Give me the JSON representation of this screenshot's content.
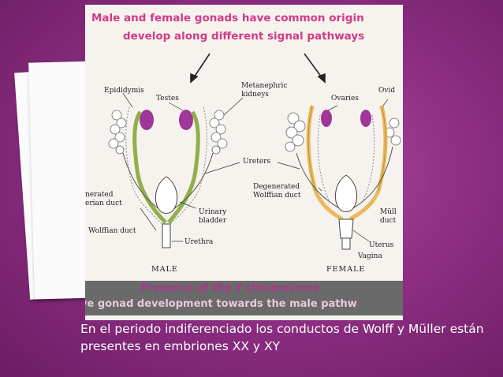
{
  "figure": {
    "title_line1": "Male and female gonads have common  origin",
    "title_line2": "develop along different signal pathways",
    "labels": {
      "epididymis": "Epididymis",
      "testes": "Testes",
      "metanephric": "Metanephric",
      "kidneys": "kidneys",
      "ovaries": "Ovaries",
      "ovid": "Ovid",
      "ureters": "Ureters",
      "degenerated": "Degenerated",
      "wolffian_duct_right": "Wolffian duct",
      "degenerated_left": "nerated",
      "mullerian_left": "erian duct",
      "urinary": "Urinary",
      "bladder": "bladder",
      "mull": "Müll",
      "duct_right": "duct",
      "wolffian_duct_left": "Wolffian duct",
      "urethra": "Urethra",
      "uterus": "Uterus",
      "vagina": "Vagina",
      "male": "MALE",
      "female": "FEMALE"
    },
    "banner_line1": "Presence of the Y chromosome",
    "banner_line2": "ve gonad development towards the male pathw",
    "colors": {
      "gonad": "#a0359a",
      "male_duct": "#8fb04a",
      "female_duct": "#e9b95a",
      "title": "#d43a86"
    }
  },
  "caption": "En el periodo indiferenciado los conductos de Wolff y Müller están presentes en embriones XX y XY"
}
